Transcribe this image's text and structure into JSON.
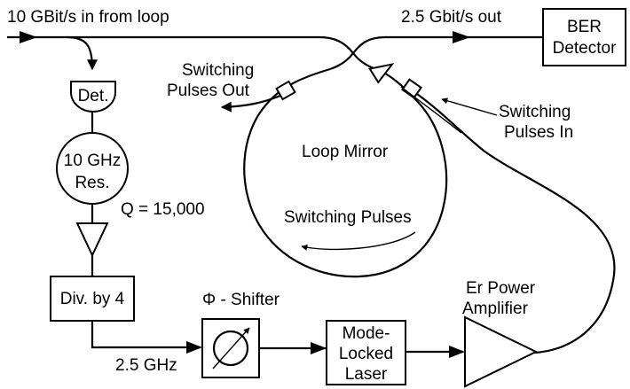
{
  "labels": {
    "input_label": "10 GBit/s in from loop",
    "output_label": "2.5 Gbit/s out",
    "ber_line1": "BER",
    "ber_line2": "Detector",
    "switching_out_line1": "Switching",
    "switching_out_line2": "Pulses Out",
    "switching_in_line1": "Switching",
    "switching_in_line2": "Pulses In",
    "detector": "Det.",
    "resonator_line1": "10 GHz",
    "resonator_line2": "Res.",
    "q_label": "Q = 15,000",
    "loop_mirror": "Loop Mirror",
    "switching_pulses": "Switching Pulses",
    "divider": "Div. by 4",
    "phase_shifter": "Φ - Shifter",
    "clock_freq": "2.5 GHz",
    "laser_line1": "Mode-",
    "laser_line2": "Locked",
    "laser_line3": "Laser",
    "amp_line1": "Er Power",
    "amp_line2": "Amplifier"
  }
}
